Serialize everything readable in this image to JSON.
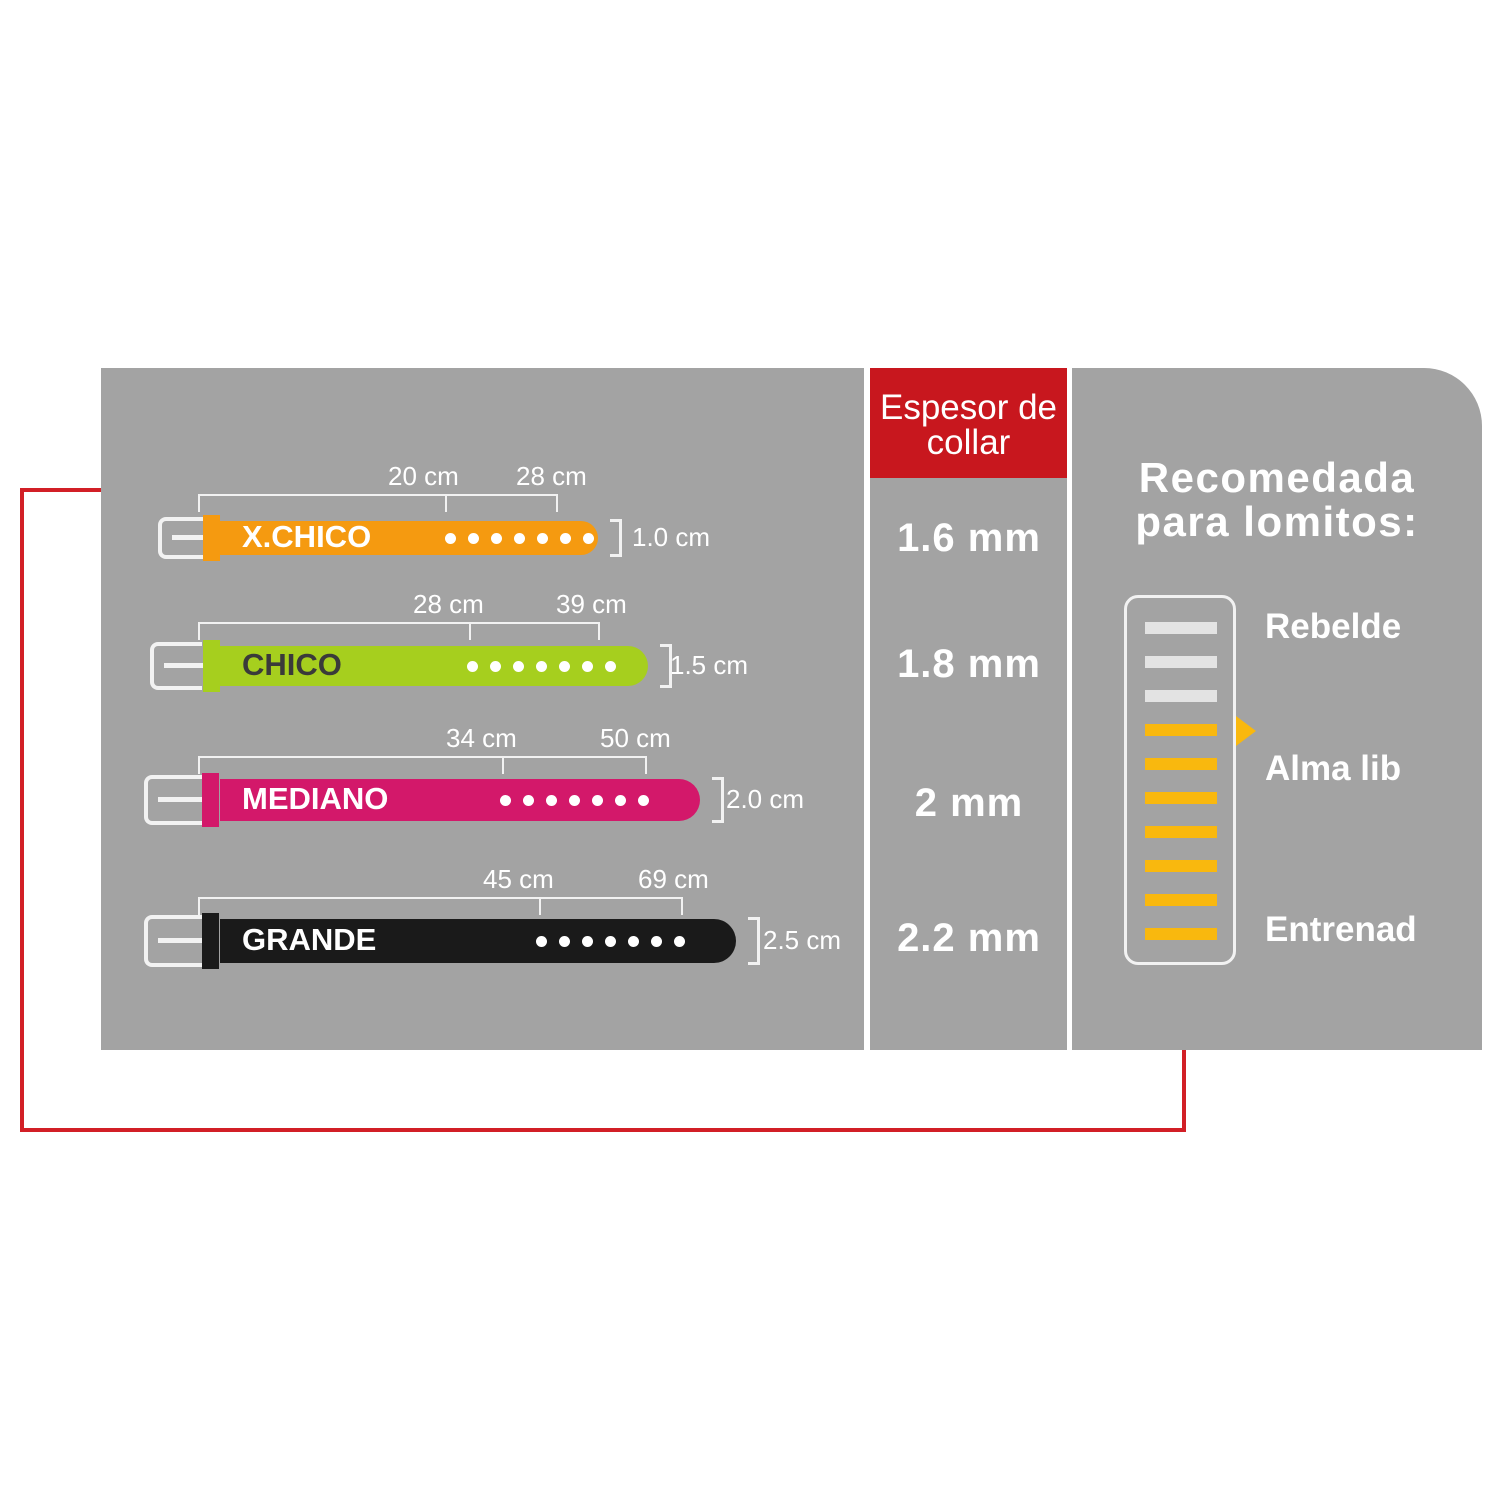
{
  "colors": {
    "frame": "#d21f26",
    "panel": "#a3a3a3",
    "header": "#c8171e",
    "gauge_on": "#f9b80e",
    "gauge_off": "#e3e3e3"
  },
  "sizes": [
    {
      "name": "X.CHICO",
      "min": "20 cm",
      "max": "28 cm",
      "width": "1.0 cm",
      "thickness": "1.6 mm",
      "color": "#f59a10",
      "label_color": "#ffffff"
    },
    {
      "name": "CHICO",
      "min": "28 cm",
      "max": "39 cm",
      "width": "1.5 cm",
      "thickness": "1.8 mm",
      "color": "#a6cf1e",
      "label_color": "#3a3a3a"
    },
    {
      "name": "MEDIANO",
      "min": "34 cm",
      "max": "50 cm",
      "width": "2.0 cm",
      "thickness": "2 mm",
      "color": "#d3186a",
      "label_color": "#ffffff"
    },
    {
      "name": "GRANDE",
      "min": "45 cm",
      "max": "69 cm",
      "width": "2.5 cm",
      "thickness": "2.2 mm",
      "color": "#1a1a1a",
      "label_color": "#ffffff"
    }
  ],
  "thickness_header": "Espesor de collar",
  "recommended": {
    "title_line1": "Recomedada",
    "title_line2": "para lomitos:",
    "levels": [
      "Rebelde",
      "Alma lib",
      "Entrenad"
    ],
    "gauge": {
      "total": 10,
      "active": 7,
      "pointer_level": "Alma lib"
    }
  }
}
